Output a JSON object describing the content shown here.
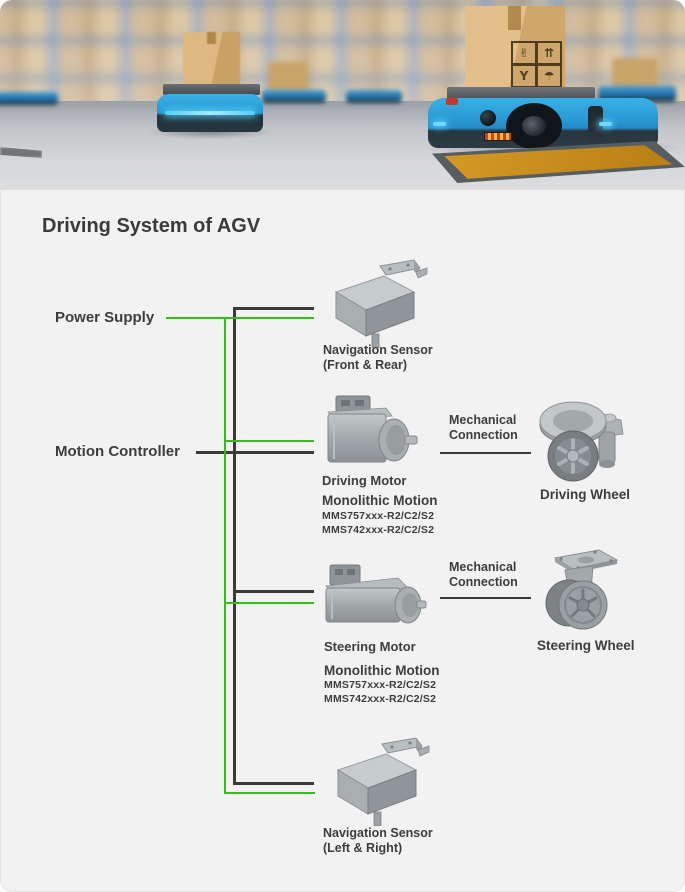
{
  "page": {
    "title": "Driving System of AGV"
  },
  "photo": {
    "description_name": "warehouse-agv-photo",
    "box_symbols": [
      "✌",
      "⇈",
      "Y",
      "☂"
    ]
  },
  "colors": {
    "power_line_green": "#2cc212",
    "signal_line_dark": "#3a3a3a",
    "background_gray": "#f2f2f2",
    "agv_blue": "#2fa9e2",
    "carton_tan": "#d9b47e"
  },
  "diagram": {
    "power_supply": "Power Supply",
    "motion_controller": "Motion Controller",
    "nav_sensor_front": {
      "title": "Navigation Sensor",
      "subtitle": "(Front & Rear)"
    },
    "nav_sensor_side": {
      "title": "Navigation Sensor",
      "subtitle": "(Left & Right)"
    },
    "driving_motor": {
      "title": "Driving Motor",
      "brand": "Monolithic Motion",
      "model_1": "MMS757xxx-R2/C2/S2",
      "model_2": "MMS742xxx-R2/C2/S2"
    },
    "steering_motor": {
      "title": "Steering Motor",
      "brand": "Monolithic Motion",
      "model_1": "MMS757xxx-R2/C2/S2",
      "model_2": "MMS742xxx-R2/C2/S2"
    },
    "mechanical_connection": {
      "line1": "Mechanical",
      "line2": "Connection"
    },
    "driving_wheel": "Driving Wheel",
    "steering_wheel": "Steering Wheel"
  }
}
